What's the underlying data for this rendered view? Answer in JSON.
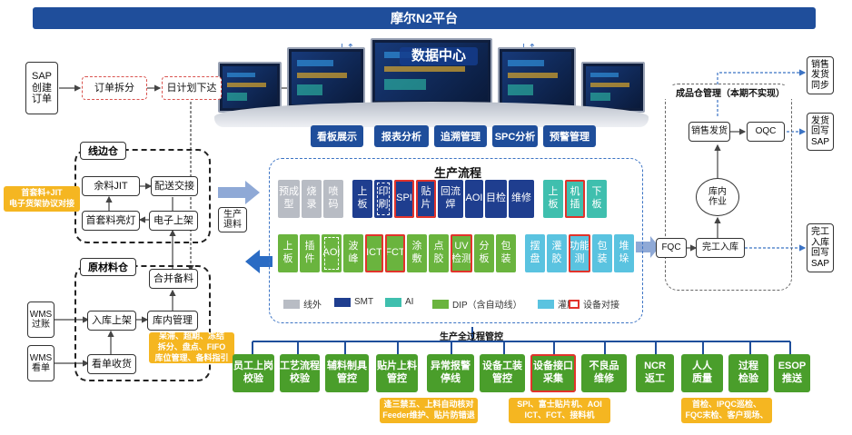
{
  "title": "摩尔N2平台",
  "data_center": {
    "label": "数据中心",
    "tabs": [
      "看板展示",
      "报表分析",
      "追溯管理",
      "SPC分析",
      "预警管理"
    ]
  },
  "top_flow": {
    "sap_create": "SAP\n创建\n订单",
    "order_split": "订单拆分",
    "daily_plan": "日计划下达"
  },
  "line_warehouse": {
    "label": "线边仓",
    "items": [
      "余料JIT",
      "配送交接",
      "首套料亮灯",
      "电子上架"
    ]
  },
  "raw_warehouse": {
    "label": "原材料仓",
    "items": [
      "合并备料",
      "入库上架",
      "库内管理",
      "看单收货"
    ]
  },
  "left_notes": {
    "first_material": "首套料+JIT\n电子货架协议对接",
    "inventory_note": "呆滞、超期、冻结\n拆分、盘点、FIFO\n库位管理、备料指引"
  },
  "wms": {
    "posting": "WMS\n过账",
    "view": "WMS\n看单"
  },
  "production_flow": {
    "label": "生产流程",
    "return_label": "生产\n退料",
    "row1": [
      {
        "text": "预成\n型",
        "type": "gray"
      },
      {
        "text": "烧\n录",
        "type": "gray"
      },
      {
        "text": "喷\n码",
        "type": "gray"
      },
      {
        "text": "上\n板",
        "type": "navy"
      },
      {
        "text": "印\n刷",
        "type": "navy",
        "dotted": true
      },
      {
        "text": "SPI",
        "type": "navy",
        "red": true
      },
      {
        "text": "贴\n片",
        "type": "navy",
        "red": true
      },
      {
        "text": "回流\n焊",
        "type": "navy"
      },
      {
        "text": "AOI",
        "type": "navy"
      },
      {
        "text": "目检",
        "type": "navy"
      },
      {
        "text": "维修",
        "type": "navy"
      },
      {
        "text": "上\n板",
        "type": "teal"
      },
      {
        "text": "机\n插",
        "type": "teal",
        "red": true
      },
      {
        "text": "下\n板",
        "type": "teal"
      }
    ],
    "row2": [
      {
        "text": "上\n板",
        "type": "green"
      },
      {
        "text": "插\n件",
        "type": "green"
      },
      {
        "text": "AOI",
        "type": "green",
        "dotted": true
      },
      {
        "text": "波\n峰",
        "type": "green"
      },
      {
        "text": "ICT",
        "type": "green",
        "red": true
      },
      {
        "text": "FCT",
        "type": "green",
        "red": true
      },
      {
        "text": "涂\n敷",
        "type": "green"
      },
      {
        "text": "点\n胶",
        "type": "green"
      },
      {
        "text": "UV\n检测",
        "type": "green",
        "red": true
      },
      {
        "text": "分\n板",
        "type": "green"
      },
      {
        "text": "包\n装",
        "type": "green"
      },
      {
        "text": "摆\n盘",
        "type": "cyan"
      },
      {
        "text": "灌\n胶",
        "type": "cyan"
      },
      {
        "text": "功能\n测",
        "type": "cyan",
        "red": true
      },
      {
        "text": "包\n装",
        "type": "cyan"
      },
      {
        "text": "堆\n垛",
        "type": "cyan"
      }
    ],
    "legend": [
      {
        "label": "线外",
        "color": "#b8bcc4"
      },
      {
        "label": "SMT",
        "color": "#1f3e8f"
      },
      {
        "label": "AI",
        "color": "#3fbfae"
      },
      {
        "label": "DIP（含自动线）",
        "color": "#6ab43e"
      },
      {
        "label": "灌胶",
        "color": "#5ac3e0"
      },
      {
        "label": "设备对接",
        "color": "#ffffff"
      }
    ]
  },
  "finished_warehouse": {
    "label": "成品仓管理（本期不实现）",
    "sales_ship": "销售发货",
    "oqc": "OQC",
    "inner_op": "库内\n作业",
    "fqc": "FQC",
    "complete_in": "完工入库"
  },
  "right_boxes": {
    "sales_sync": "销售\n发货\n同步",
    "ship_writeback": "发货\n回写\nSAP",
    "complete_writeback": "完工\n入库\n回写\nSAP"
  },
  "full_process": {
    "label": "生产全过程管控",
    "buttons": [
      {
        "text": "员工上岗\n校验",
        "red": false
      },
      {
        "text": "工艺流程\n校验",
        "red": false
      },
      {
        "text": "辅料制具\n管控",
        "red": false
      },
      {
        "text": "贴片上料\n管控",
        "red": false
      },
      {
        "text": "异常报警\n停线",
        "red": false
      },
      {
        "text": "设备工装\n管控",
        "red": false
      },
      {
        "text": "设备接口\n采集",
        "red": true
      },
      {
        "text": "不良品\n维修",
        "red": false
      },
      {
        "text": "NCR\n返工",
        "red": false
      },
      {
        "text": "人人\n质量",
        "red": false
      },
      {
        "text": "过程\n检验",
        "red": false
      },
      {
        "text": "ESOP\n推送",
        "red": false
      }
    ],
    "notes": [
      "逢三禁五、上料自动核对\nFeeder维护、贴片防错退",
      "SPI、富士贴片机、AOI\nICT、FCT、接料机",
      "首检、IPQC巡检、\nFQC末检、客户现场、"
    ]
  }
}
